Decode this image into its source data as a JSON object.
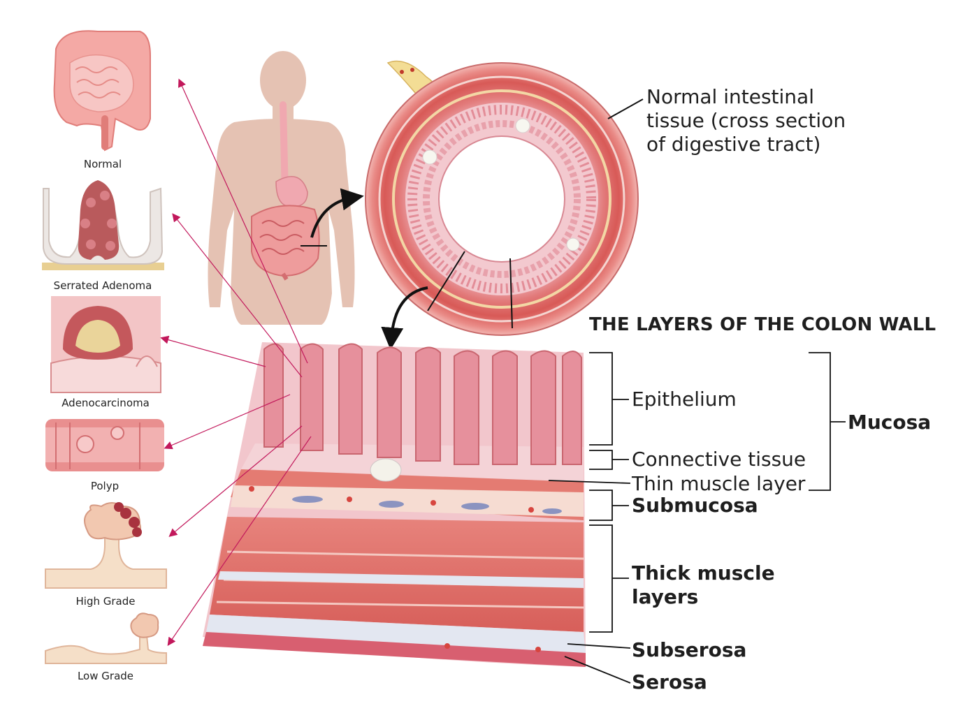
{
  "title": "THE LAYERS OF THE COLON WALL",
  "cross_section_caption": "Normal intestinal tissue (cross section of digestive tract)",
  "thumbnails": [
    {
      "label": "Normal"
    },
    {
      "label": "Serrated Adenoma"
    },
    {
      "label": "Adenocarcinoma"
    },
    {
      "label": "Polyp"
    },
    {
      "label": "High Grade"
    },
    {
      "label": "Low Grade"
    }
  ],
  "layers": {
    "epithelium": "Epithelium",
    "connective_tissue": "Connective tissue",
    "thin_muscle": "Thin muscle layer",
    "submucosa": "Submucosa",
    "thick_muscle_1": "Thick muscle",
    "thick_muscle_2": "layers",
    "subserosa": "Subserosa",
    "serosa": "Serosa",
    "mucosa": "Mucosa"
  },
  "colors": {
    "tissue_pink": "#e9a3ad",
    "muscle_red": "#d9605a",
    "pointer_magenta": "#c2185b",
    "skin": "#e5c2b3"
  }
}
